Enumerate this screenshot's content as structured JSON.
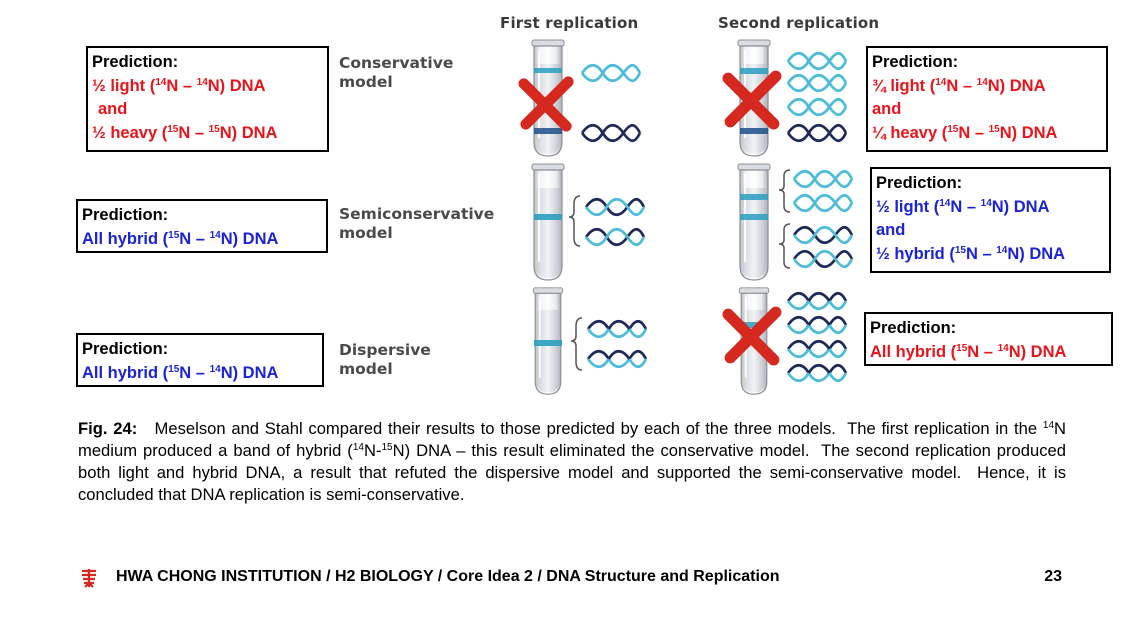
{
  "headers": {
    "first": "First replication",
    "second": "Second replication"
  },
  "predictions": {
    "conservative_first": {
      "heading": "Prediction:",
      "lines": [
        "½ light (",
        "14",
        "N – ",
        "14",
        "N) DNA"
      ],
      "line1": "½ light (14N – 14N) DNA",
      "line2": "and",
      "line3": "½ heavy (15N – 15N) DNA"
    },
    "conservative_second": {
      "heading": "Prediction:",
      "line1": "¾ light (14N – 14N) DNA",
      "line2": "and",
      "line3": "¼ heavy (15N – 15N) DNA"
    },
    "semi_first": {
      "heading": "Prediction:",
      "line1": "All hybrid (15N – 14N) DNA"
    },
    "semi_second": {
      "heading": "Prediction:",
      "line1": "½ light (14N – 14N) DNA",
      "line2": "and",
      "line3": "½ hybrid (15N – 14N) DNA"
    },
    "disp_first": {
      "heading": "Prediction:",
      "line1": "All hybrid (15N – 14N) DNA"
    },
    "disp_second": {
      "heading": "Prediction:",
      "line1": "All hybrid (15N – 14N) DNA"
    }
  },
  "models": {
    "conservative": [
      "Conservative",
      "model"
    ],
    "semiconservative": [
      "Semiconservative",
      "model"
    ],
    "dispersive": [
      "Dispersive",
      "model"
    ]
  },
  "caption": {
    "label": "Fig. 24:",
    "text": "Meselson and Stahl compared their results to those predicted by each of the three models. The first replication in the 14N medium produced a band of hybrid (14N-15N) DNA – this result eliminated the conservative model. The second replication produced both light and hybrid DNA, a result that refuted the dispersive model and supported the semi-conservative model. Hence, it is concluded that DNA replication is semi-conservative."
  },
  "footer": {
    "text": "HWA CHONG INSTITUTION / H2 BIOLOGY / Core Idea 2 / DNA Structure and Replication",
    "page": "23"
  },
  "colors": {
    "red": "#e8141b",
    "blue": "#1a23d6",
    "cross": "#d5281f",
    "band": "#2a9fbf",
    "dna_dark": "#1f2a5a",
    "dna_light": "#5cc6df"
  }
}
